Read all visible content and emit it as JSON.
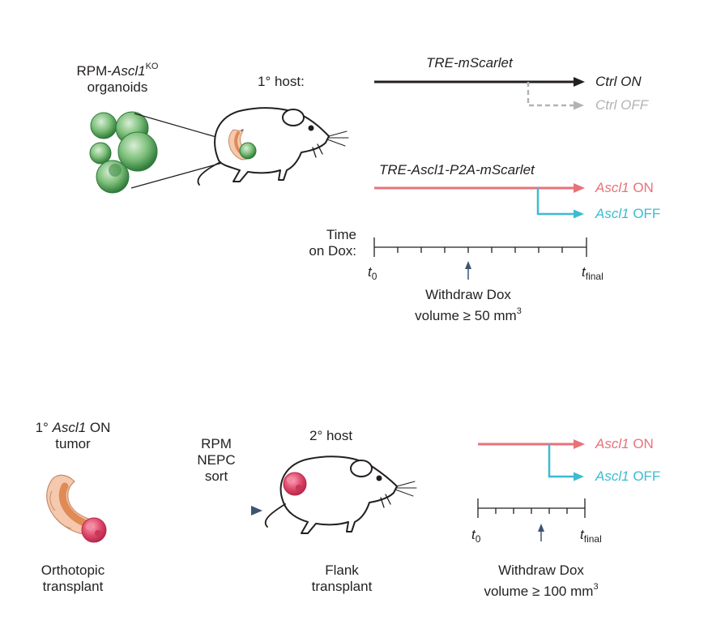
{
  "colors": {
    "on": "#e8717a",
    "off": "#3bbcd0",
    "ctrl": "#231f20",
    "ctrl_off": "#b3b3b3",
    "arrow_blue": "#3d5570",
    "organoid_green": "#4f9a55",
    "tumor_red": "#e0476a",
    "tissue_orange": "#e9a27a"
  },
  "top": {
    "organoids_label_line1_prefix": "RPM-",
    "organoids_label_line1_gene": "Ascl1",
    "organoids_label_line1_sup": "KO",
    "organoids_label_line2": "organoids",
    "host_label": "1° host:",
    "construct1": "TRE-mScarlet",
    "ctrl_on": "Ctrl ON",
    "ctrl_off": "Ctrl OFF",
    "construct2": "TRE-Ascl1-P2A-mScarlet",
    "ascl1_on_gene": "Ascl1",
    "ascl1_on_state": "ON",
    "ascl1_off_gene": "Ascl1",
    "ascl1_off_state": "OFF",
    "time_label_line1": "Time",
    "time_label_line2": "on Dox:",
    "t0": "t",
    "t0_sub": "0",
    "tfinal": "t",
    "tfinal_sub": "final",
    "withdraw_line1": "Withdraw Dox",
    "withdraw_line2": "volume ≥ 50 mm",
    "withdraw_sup": "3"
  },
  "bottom": {
    "tumor_label_line1_prefix": "1°",
    "tumor_label_line1_gene": "Ascl1",
    "tumor_label_line1_state": "ON",
    "tumor_label_line2": "tumor",
    "sort_line1": "RPM",
    "sort_line2": "NEPC",
    "sort_line3": "sort",
    "host_label": "2° host",
    "ascl1_on_gene": "Ascl1",
    "ascl1_on_state": "ON",
    "ascl1_off_gene": "Ascl1",
    "ascl1_off_state": "OFF",
    "t0": "t",
    "t0_sub": "0",
    "tfinal": "t",
    "tfinal_sub": "final",
    "withdraw_line1": "Withdraw Dox",
    "withdraw_line2": "volume ≥ 100 mm",
    "withdraw_sup": "3",
    "orthotopic_line1": "Orthotopic",
    "orthotopic_line2": "transplant",
    "flank_line1": "Flank",
    "flank_line2": "transplant"
  }
}
